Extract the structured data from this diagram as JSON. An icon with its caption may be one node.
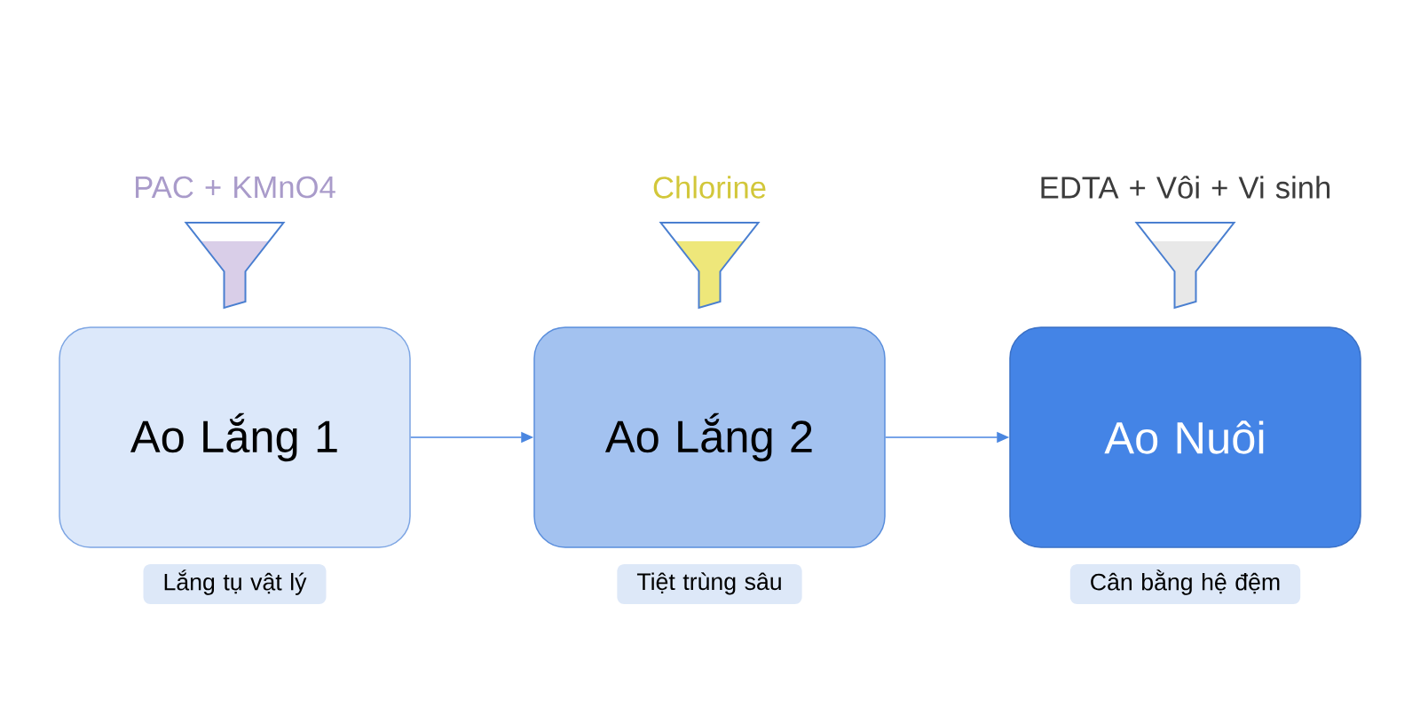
{
  "diagram": {
    "nodes": [
      {
        "text": [
          "Ao Lắng 1"
        ],
        "beside": [
          "Lắng tụ vật lý"
        ]
      },
      {
        "text": [
          "Ao Lắng 2"
        ],
        "beside": [
          "Tiệt trùng sâu"
        ]
      },
      {
        "text": [
          "Ao Nuôi"
        ],
        "beside": [
          "Cân bằng hệ đệm"
        ]
      }
    ],
    "edges": [
      {
        "from": 0,
        "to": 1,
        "arrow": "to"
      },
      {
        "from": 1,
        "to": 2,
        "arrow": "to"
      }
    ],
    "labels": [
      "PAC + KMnO4",
      "Chlorine",
      "EDTA + Vôi + Vi sinh"
    ]
  }
}
